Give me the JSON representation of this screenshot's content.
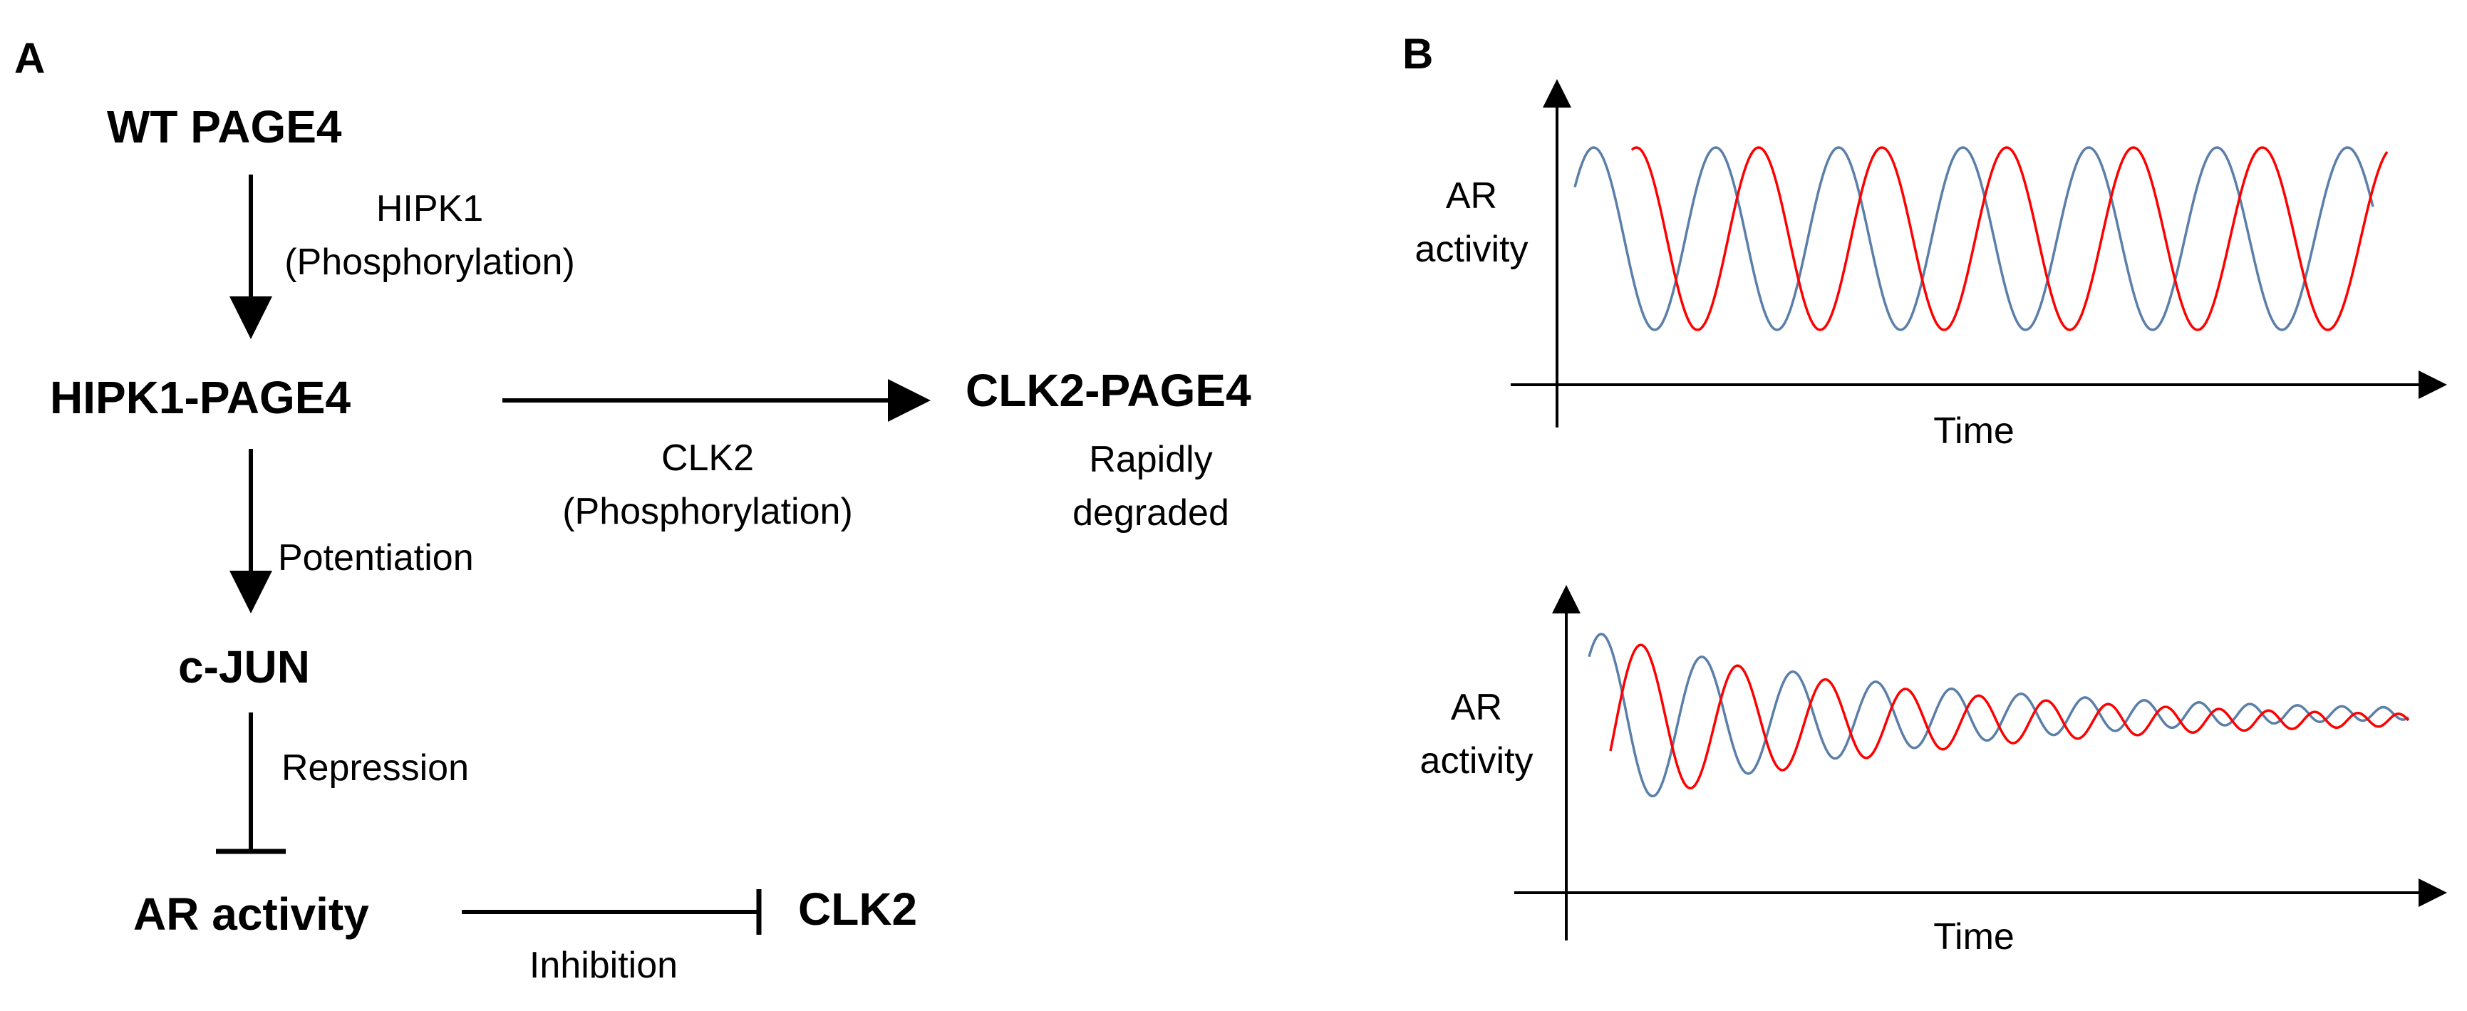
{
  "panel_a": {
    "letter": "A",
    "nodes": {
      "wt_page4": "WT PAGE4",
      "hipk1_page4": "HIPK1-PAGE4",
      "clk2_page4": "CLK2-PAGE4",
      "c_jun": "c-JUN",
      "ar_activity": "AR activity",
      "clk2": "CLK2"
    },
    "edges": {
      "hipk1_name": "HIPK1",
      "hipk1_action": "(Phosphorylation)",
      "clk2_name": "CLK2",
      "clk2_action": "(Phosphorylation)",
      "degraded_line1": "Rapidly",
      "degraded_line2": "degraded",
      "potentiation": "Potentiation",
      "repression": "Repression",
      "inhibition": "Inhibition"
    }
  },
  "panel_b": {
    "letter": "B",
    "top_plot": {
      "ylabel_line1": "AR",
      "ylabel_line2": "activity",
      "xlabel": "Time",
      "behavior": "sustained oscillation"
    },
    "bottom_plot": {
      "ylabel_line1": "AR",
      "ylabel_line2": "activity",
      "xlabel": "Time",
      "behavior": "damped oscillation"
    },
    "series_colors": {
      "blue": "#5b7fa8",
      "red": "#ff0000"
    }
  }
}
